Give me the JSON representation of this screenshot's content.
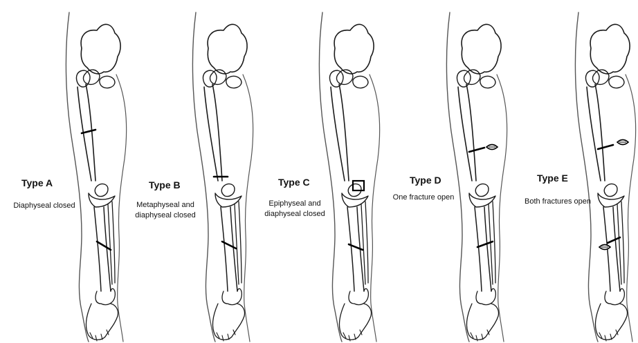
{
  "diagram": {
    "panels": [
      {
        "id": "A",
        "title": "Type A",
        "description": [
          "Diaphyseal closed"
        ]
      },
      {
        "id": "B",
        "title": "Type B",
        "description": [
          "Metaphyseal and",
          "diaphyseal closed"
        ]
      },
      {
        "id": "C",
        "title": "Type C",
        "description": [
          "Epiphyseal and",
          "diaphyseal closed"
        ]
      },
      {
        "id": "D",
        "title": "Type D",
        "description": [
          "One fracture open"
        ]
      },
      {
        "id": "E",
        "title": "Type E",
        "description": [
          "Both fractures open"
        ]
      }
    ],
    "colors": {
      "outline": "#1a1a1a",
      "soft_tissue": "#555555",
      "fracture": "#000000"
    }
  }
}
